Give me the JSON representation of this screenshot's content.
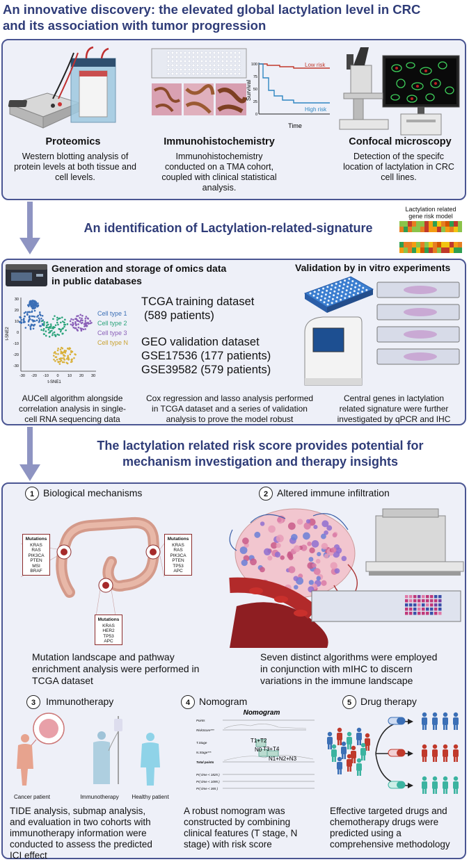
{
  "main_title_line1": "An innovative discovery: the elevated global lactylation level in CRC",
  "main_title_line2": "and its association with tumor progression",
  "top_panel": {
    "proteomics": {
      "title": "Proteomics",
      "desc": [
        "Western blotting analysis of",
        "protein levels at both tissue and",
        "cell levels."
      ]
    },
    "ihc": {
      "title": "Immunohistochemistry",
      "desc": [
        "Immunohistochemistry",
        "conducted on a TMA cohort,",
        "coupled with clinical statistical",
        "analysis."
      ]
    },
    "confocal": {
      "title": "Confocal microscopy",
      "desc": [
        "Detection of the specifc",
        "location of lactylation in CRC",
        "cell lines."
      ]
    },
    "km_plot": {
      "low_label": "Low risk",
      "high_label": "High risk",
      "x_label": "Time",
      "y_label": "Survival",
      "y_ticks": [
        "100",
        "75",
        "50",
        "25",
        "0"
      ]
    }
  },
  "section2_title": "An identification of Lactylation-related-signature",
  "heatmap_label_line1": "Lactylation related",
  "heatmap_label_line2": "gene risk model",
  "middle_panel": {
    "omics_title_line1": "Generation and storage of omics data",
    "omics_title_line2": "in public databases",
    "validation_title": "Validation by in vitro experiments",
    "tcga_line1": "TCGA training dataset",
    "tcga_line2": "(589 patients)",
    "geo_line1": "GEO validation dataset",
    "geo_line2": "GSE17536 (177 patients)",
    "geo_line3": "GSE39582 (579 patients)",
    "tsne": {
      "x_label": "t-SNE1",
      "y_label": "t-SNE2",
      "x_ticks": [
        "-30",
        "-20",
        "-10",
        "0",
        "10",
        "20",
        "30"
      ],
      "y_ticks": [
        "30",
        "20",
        "10",
        "0",
        "-10",
        "-20",
        "-30"
      ],
      "legend": [
        "Cell type 1",
        "Cell type 2",
        "Cell type 3",
        "Cell type N"
      ]
    },
    "cap_left": [
      "AUCell algorithm alongside",
      "correlation analysis in single-",
      "cell RNA sequencing data"
    ],
    "cap_mid": [
      "Cox regression and lasso analysis performed",
      "in TCGA dataset and a series of validation",
      "analysis to prove the model robust"
    ],
    "cap_right": [
      "Central genes in lactylation",
      "related signature were further",
      "investigated  by qPCR and IHC"
    ]
  },
  "section3_title_line1": "The lactylation related risk score provides potential for",
  "section3_title_line2": "mechanism investigation and therapy insights",
  "bottom_panel": {
    "s1": {
      "num": "1",
      "title": "Biological mechanisms",
      "desc": [
        "Mutation landscape and pathway",
        "enrichment analysis were performed in",
        "TCGA dataset"
      ]
    },
    "mut_left": {
      "head": "Mutations",
      "items": [
        "KRAS",
        "RAS",
        "PIK3CA",
        "PTEN",
        "MSI",
        "BRAF"
      ]
    },
    "mut_right": {
      "head": "Mutations",
      "items": [
        "KRAS",
        "RAS",
        "PIK3CA",
        "PTEN",
        "TP53",
        "APC"
      ]
    },
    "mut_bottom": {
      "head": "Mutations",
      "items": [
        "KRAS",
        "HER2",
        "TP53",
        "APC"
      ]
    },
    "s2": {
      "num": "2",
      "title": "Altered immune infiltration",
      "desc": [
        "Seven distinct algorithms were employed",
        "in conjunction with mIHC to discern",
        "variations in the immune landscape"
      ]
    },
    "s3": {
      "num": "3",
      "title": "Immunotherapy",
      "labels": [
        "Cancer patient",
        "Immunotherapy",
        "Healthy patient"
      ],
      "desc": [
        "TIDE analysis, submap analysis,",
        "and evaluation in two cohorts with",
        "immunotherapy information were",
        "conducted to assess the predicted",
        "ICI effect"
      ]
    },
    "s4": {
      "num": "4",
      "title": "Nomogram",
      "nomo_title": "Nomogram",
      "rows": [
        "Points",
        "RiskScore***",
        "T.Stage",
        "N.Stage***",
        "Total points",
        "Pr( time < 1825 )",
        "Pr( time < 1095 )",
        "Pr( time < 365 )"
      ],
      "t_labels": [
        "T1+T2",
        "T3+T4"
      ],
      "n_labels": [
        "N0",
        "N1+N2+N3"
      ],
      "desc": [
        "A robust nomogram was",
        "constructed by combining",
        "clinical features (T stage, N",
        "stage) with risk score"
      ]
    },
    "s5": {
      "num": "5",
      "title": "Drug therapy",
      "desc": [
        "Effective targeted drugs and",
        "chemotherapy drugs were",
        "predicted using a",
        "comprehensive methodology"
      ]
    }
  },
  "colors": {
    "title_blue": "#2f3c78",
    "panel_border": "#4a5592",
    "panel_bg": "#eef0f8",
    "arrow": "#8e94c2",
    "low_risk": "#c0392b",
    "high_risk": "#2e86c1",
    "cell1": "#3b6fb6",
    "cell2": "#2aa37a",
    "cell3": "#8a5fb8",
    "cellN": "#d9b13b"
  }
}
